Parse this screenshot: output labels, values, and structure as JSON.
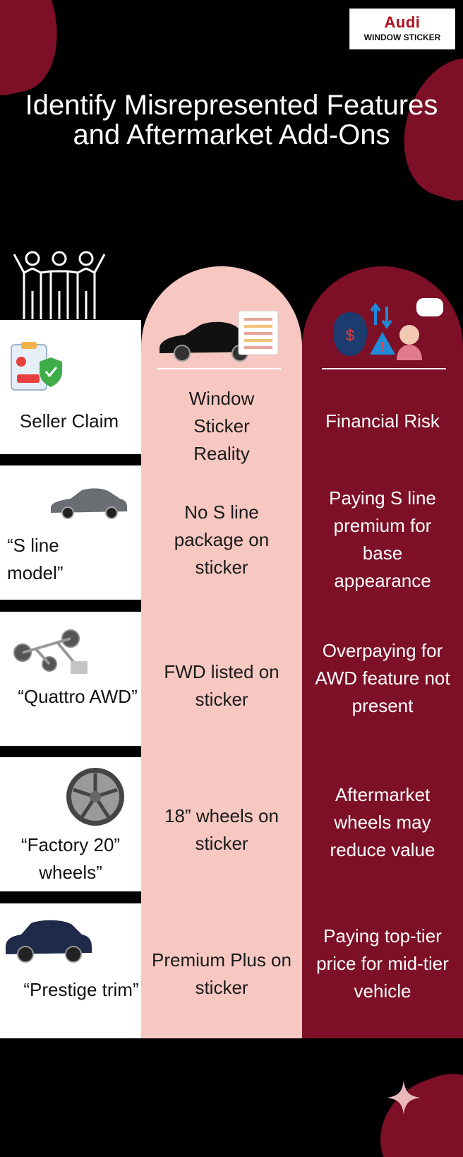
{
  "logo": {
    "brand": "Audi",
    "subtitle": "WINDOW STICKER"
  },
  "title": "Identify Misrepresented Features and Aftermarket Add-Ons",
  "headers": {
    "claim": "Seller Claim",
    "reality": "Window Sticker Reality",
    "risk": "Financial Risk"
  },
  "rows": [
    {
      "claim": "“S line model”",
      "reality": "No S line package on sticker",
      "risk": "Paying S line premium for base appearance"
    },
    {
      "claim": "“Quattro AWD”",
      "reality": "FWD listed on sticker",
      "risk": "Overpaying for AWD feature not present"
    },
    {
      "claim": "“Factory 20” wheels”",
      "reality": "18” wheels on sticker",
      "risk": "Aftermarket wheels may reduce value"
    },
    {
      "claim": "“Prestige trim”",
      "reality": "Premium Plus on sticker",
      "risk": "Paying top-tier price for mid-tier vehicle"
    }
  ],
  "colors": {
    "maroon": "#7d0f26",
    "pink": "#f6c8c1",
    "background": "#000000"
  }
}
